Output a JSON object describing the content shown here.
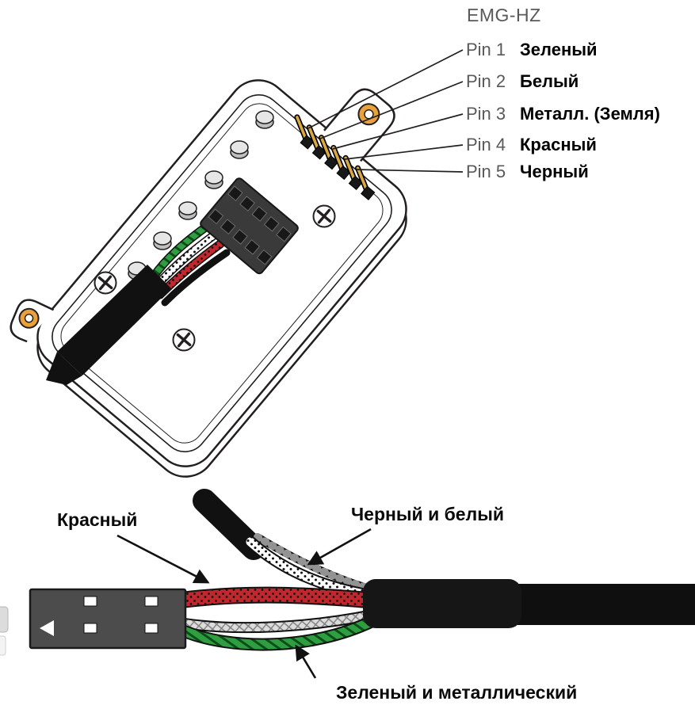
{
  "figure": {
    "title": "EMG-HZ",
    "pin_labels": [
      {
        "pin": "Pin 1",
        "wire": "Зеленый"
      },
      {
        "pin": "Pin 2",
        "wire": "Белый"
      },
      {
        "pin": "Pin 3",
        "wire": "Металл. (Земля)"
      },
      {
        "pin": "Pin 4",
        "wire": "Красный"
      },
      {
        "pin": "Pin 5",
        "wire": "Черный"
      }
    ],
    "callouts": {
      "red": "Красный",
      "black_white": "Черный и белый",
      "green_metallic": "Зеленый и металлический"
    },
    "colors": {
      "wire_red": "#c1272d",
      "wire_green": "#2f9e41",
      "gold": "#e9a13b",
      "label_gray": "#58595b",
      "line_black": "#231f20"
    }
  }
}
